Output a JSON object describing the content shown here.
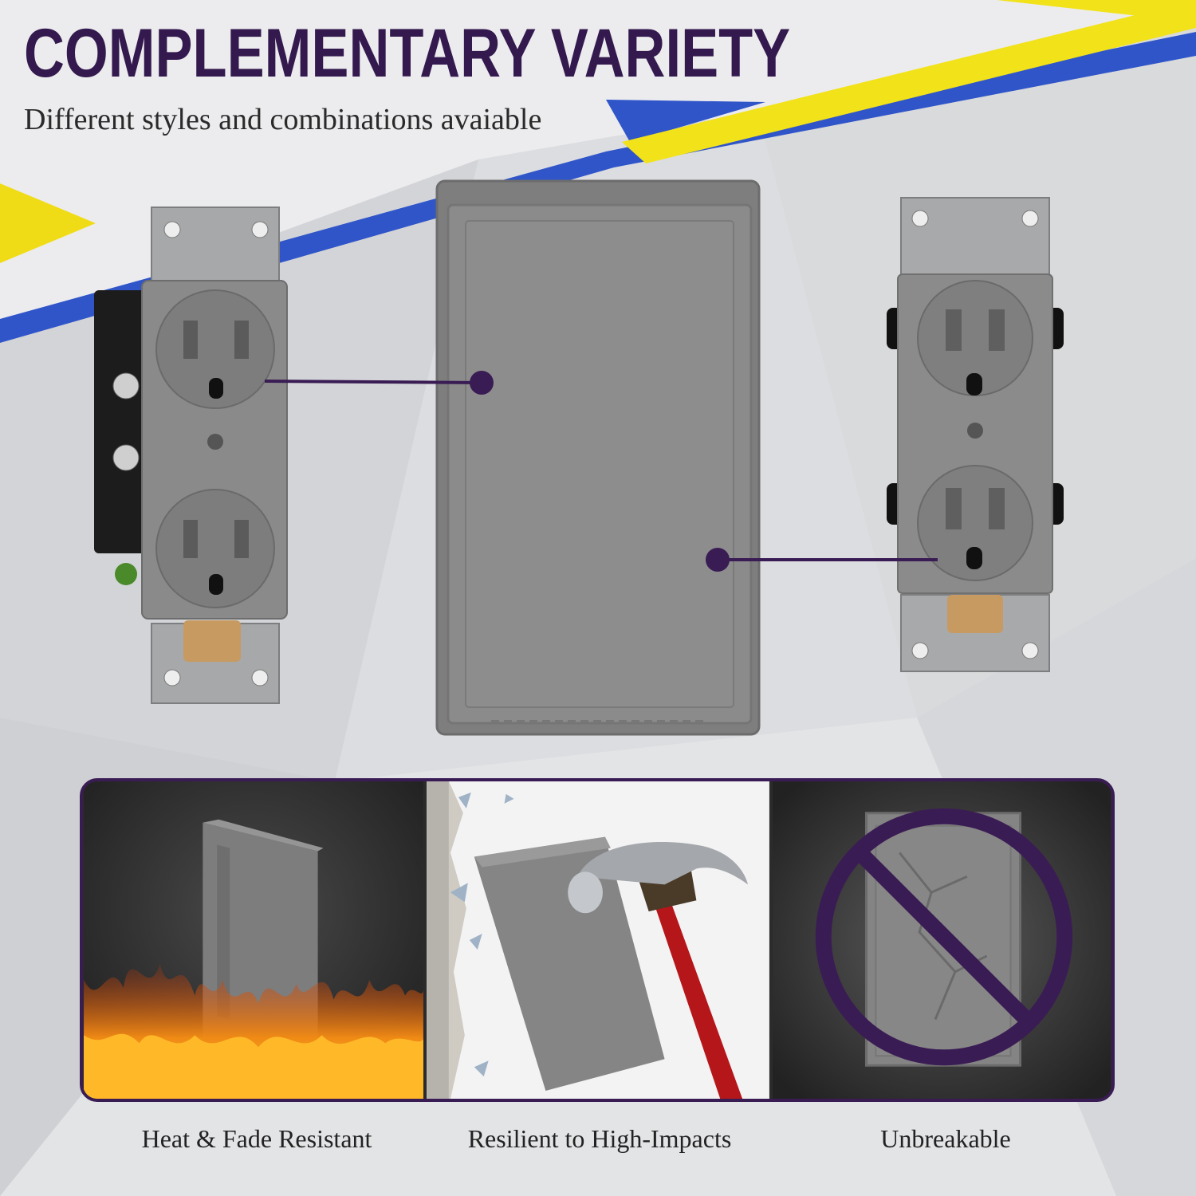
{
  "header": {
    "title": "COMPLEMENTARY VARIETY",
    "subtitle": "Different styles and combinations avaiable"
  },
  "colors": {
    "brand_purple": "#34194f",
    "accent_yellow": "#f2e21a",
    "accent_blue": "#2f55c9",
    "cover_gray": "#868686"
  },
  "features": [
    {
      "label": "Heat & Fade Resistant",
      "icon": "flame-icon"
    },
    {
      "label": "Resilient to High-Impacts",
      "icon": "hammer-icon"
    },
    {
      "label": "Unbreakable",
      "icon": "prohibited-icon"
    }
  ]
}
